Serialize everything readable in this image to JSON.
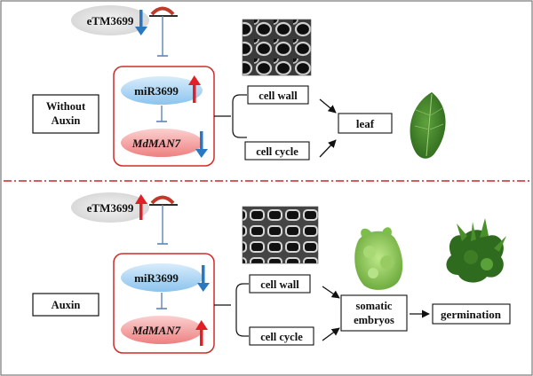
{
  "top": {
    "condition": [
      "Without",
      "Auxin"
    ],
    "etm": "eTM3699",
    "mir": "miR3699",
    "man": "MdMAN7",
    "cell_wall": "cell wall",
    "cell_cycle": "cell cycle",
    "outcome": "leaf"
  },
  "bottom": {
    "condition": "Auxin",
    "etm": "eTM3699",
    "mir": "miR3699",
    "man": "MdMAN7",
    "cell_wall": "cell wall",
    "cell_cycle": "cell cycle",
    "outcome": [
      "somatic",
      "embryos"
    ],
    "final": "germination"
  },
  "colors": {
    "up_arrow": "#e01f26",
    "down_arrow": "#2a78c0",
    "module_border": "#d02b2b",
    "divider": "#c8262b",
    "inhibit_line": "#5b86b8"
  }
}
